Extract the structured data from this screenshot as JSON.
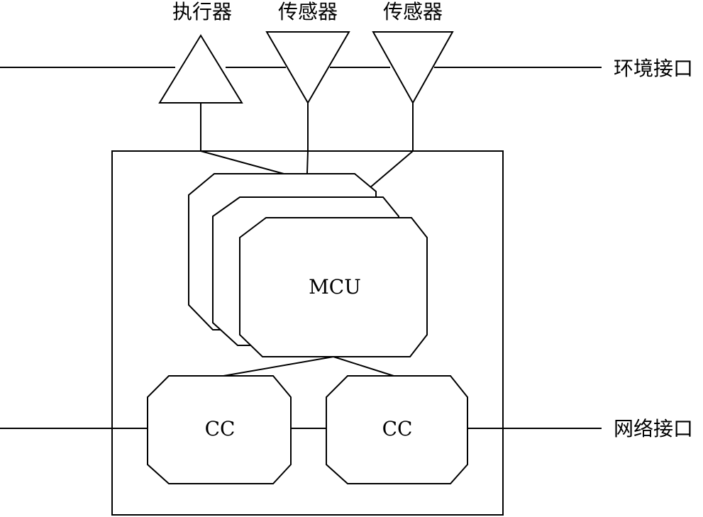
{
  "diagram": {
    "top_labels": {
      "actuator": "执行器",
      "sensor_1": "传感器",
      "sensor_2": "传感器"
    },
    "interfaces": {
      "environment": "环境接口",
      "network": "网络接口"
    },
    "nodes": {
      "mcu": "MCU",
      "cc_left": "CC",
      "cc_right": "CC"
    },
    "colors": {
      "stroke": "#000000",
      "background": "#ffffff"
    }
  }
}
